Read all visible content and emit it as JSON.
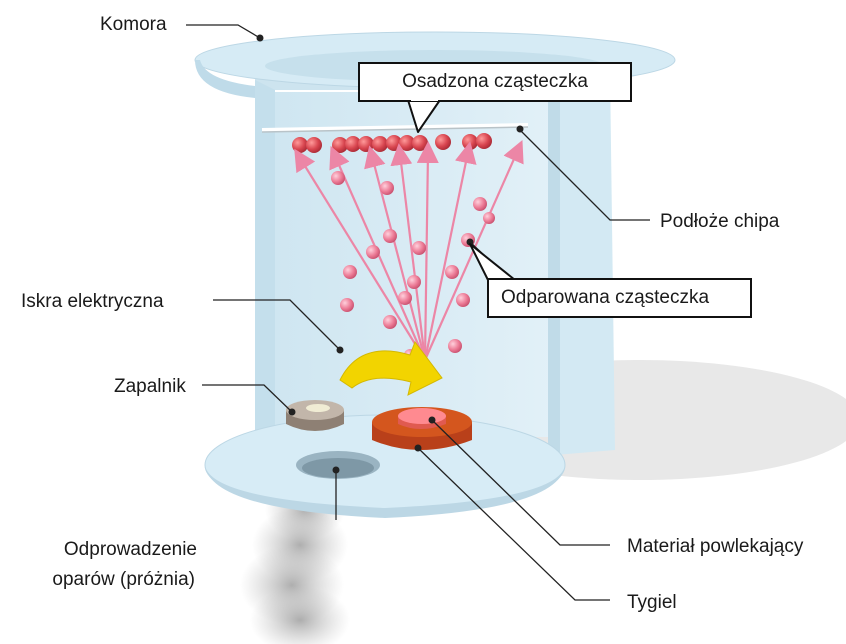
{
  "labels": {
    "chamber": "Komora",
    "deposited": "Osadzona cząsteczka",
    "substrate": "Podłoże chipa",
    "evaporated": "Odparowana cząsteczka",
    "spark": "Iskra elektryczna",
    "igniter": "Zapalnik",
    "exhaust_line1": "Odprowadzenie",
    "exhaust_line2": "oparów (próżnia)",
    "coating": "Materiał powlekający",
    "crucible": "Tygiel"
  },
  "colors": {
    "chamber": "#d6ebf5",
    "particle": "#e86a86",
    "deposit": "#d8454f",
    "spark": "#f2d400",
    "crucible": "#d4561e"
  }
}
